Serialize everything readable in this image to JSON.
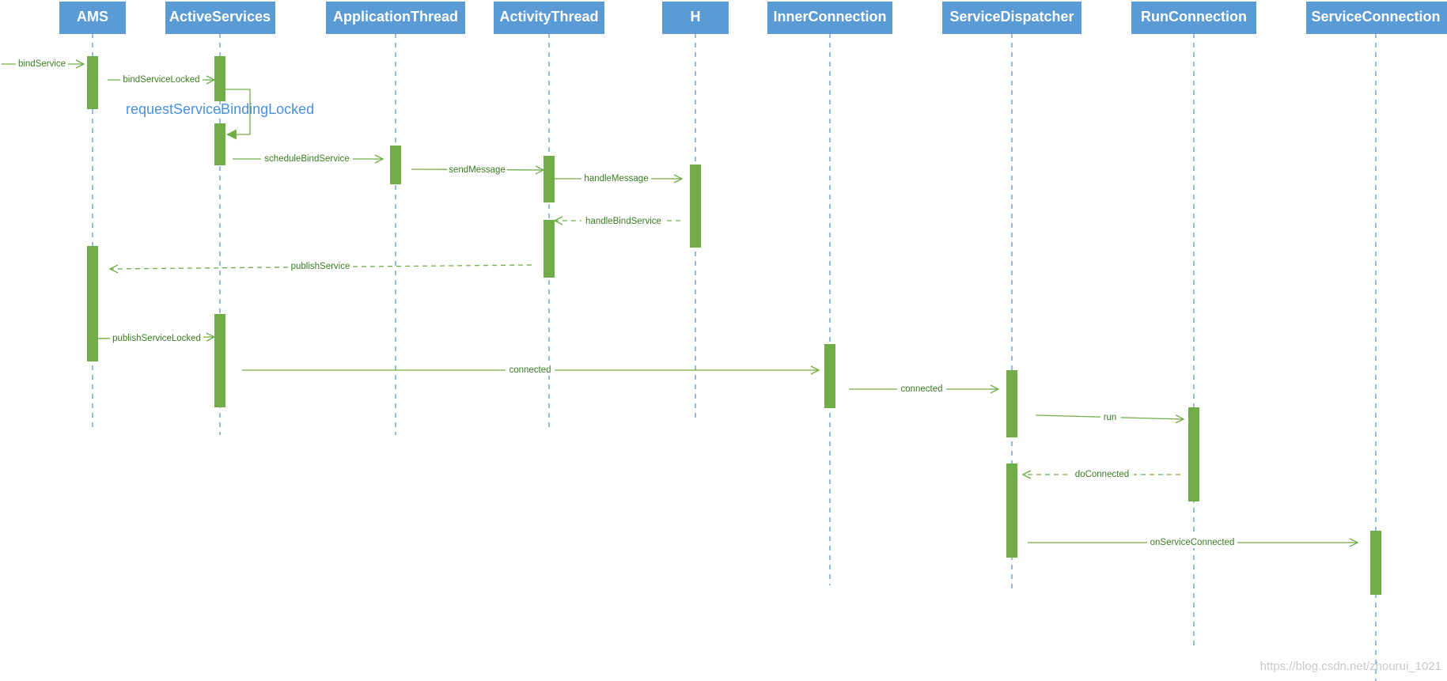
{
  "diagram": {
    "actors": [
      {
        "id": "ams",
        "label": "AMS"
      },
      {
        "id": "as",
        "label": "ActiveServices"
      },
      {
        "id": "at",
        "label": "ApplicationThread"
      },
      {
        "id": "act",
        "label": "ActivityThread"
      },
      {
        "id": "h",
        "label": "H"
      },
      {
        "id": "ic",
        "label": "InnerConnection"
      },
      {
        "id": "sd",
        "label": "ServiceDispatcher"
      },
      {
        "id": "rc",
        "label": "RunConnection"
      },
      {
        "id": "sc",
        "label": "ServiceConnection"
      }
    ],
    "messages": [
      {
        "from": "external",
        "to": "ams",
        "label": "bindService",
        "style": "solid"
      },
      {
        "from": "ams",
        "to": "as",
        "label": "bindServiceLocked",
        "style": "solid"
      },
      {
        "from": "as",
        "to": "as",
        "label": "requestServiceBindingLocked",
        "style": "self"
      },
      {
        "from": "as",
        "to": "at",
        "label": "scheduleBindService",
        "style": "solid"
      },
      {
        "from": "at",
        "to": "act",
        "label": "sendMessage",
        "style": "solid"
      },
      {
        "from": "act",
        "to": "h",
        "label": "handleMessage",
        "style": "solid"
      },
      {
        "from": "h",
        "to": "act",
        "label": "handleBindService",
        "style": "dashed"
      },
      {
        "from": "act",
        "to": "ams",
        "label": "publishService",
        "style": "dashed"
      },
      {
        "from": "ams",
        "to": "as",
        "label": "publishServiceLocked",
        "style": "solid"
      },
      {
        "from": "as",
        "to": "ic",
        "label": "connected",
        "style": "solid"
      },
      {
        "from": "ic",
        "to": "sd",
        "label": "connected",
        "style": "solid"
      },
      {
        "from": "sd",
        "to": "rc",
        "label": "run",
        "style": "solid"
      },
      {
        "from": "rc",
        "to": "sd",
        "label": "doConnected",
        "style": "dashed"
      },
      {
        "from": "sd",
        "to": "sc",
        "label": "onServiceConnected",
        "style": "solid"
      }
    ],
    "watermark": "https://blog.csdn.net/zhourui_1021"
  }
}
